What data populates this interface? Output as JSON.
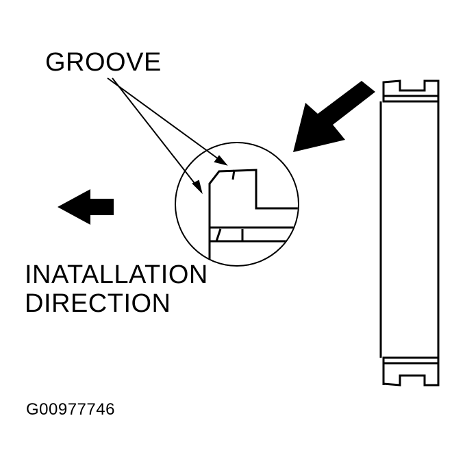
{
  "labels": {
    "groove": "GROOVE",
    "direction_line1": "INATALLATION",
    "direction_line2": "DIRECTION",
    "figure_id": "G00977746"
  }
}
